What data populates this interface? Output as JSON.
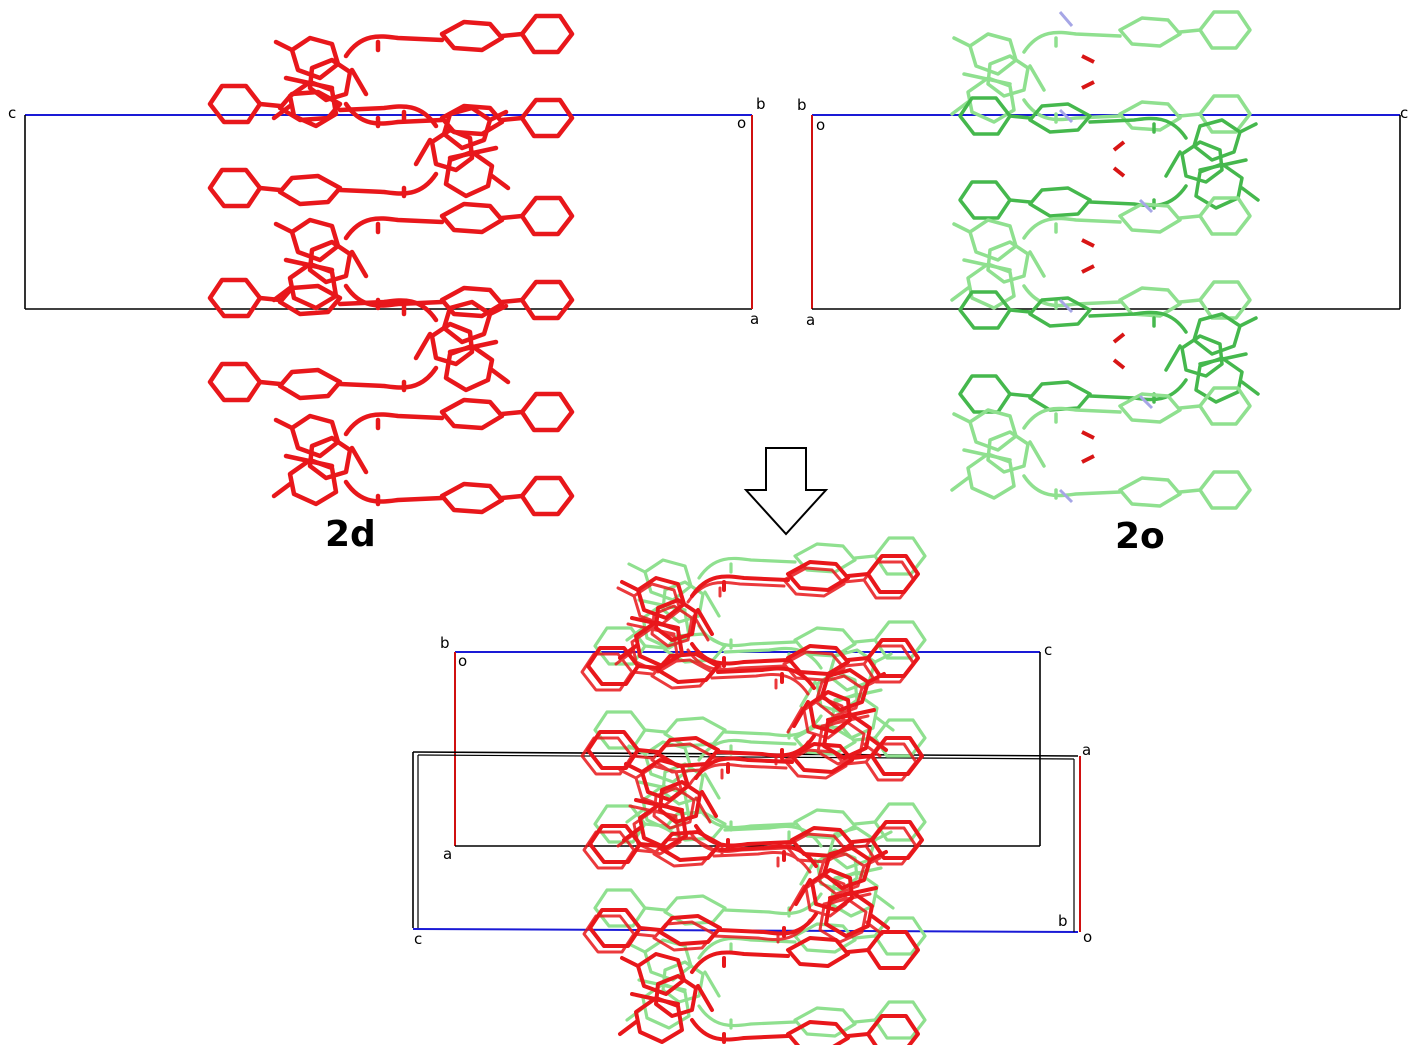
{
  "labels": {
    "left_title": "2d",
    "right_title": "2o"
  },
  "cells": {
    "left": {
      "c": "c",
      "b": "b",
      "o": "o",
      "a": "a"
    },
    "right": {
      "b": "b",
      "o": "o",
      "a": "a",
      "c": "c"
    },
    "overlay_2o": {
      "b": "b",
      "o": "o",
      "c": "c",
      "a": "a"
    },
    "overlay_2d": {
      "a": "a",
      "b": "b",
      "o": "o",
      "c": "c"
    }
  },
  "colors": {
    "compound_2d": "#e8171b",
    "compound_2o_dark": "#45b84d",
    "compound_2o_light": "#8fe08f",
    "heteroatom_light": "#a6a6e6",
    "axis_c": "#1a1ad6",
    "axis_a": "#d01010",
    "cell_edge": "#000000",
    "arrow": "#000000"
  },
  "icons": {
    "transition": "down-arrow-icon"
  }
}
